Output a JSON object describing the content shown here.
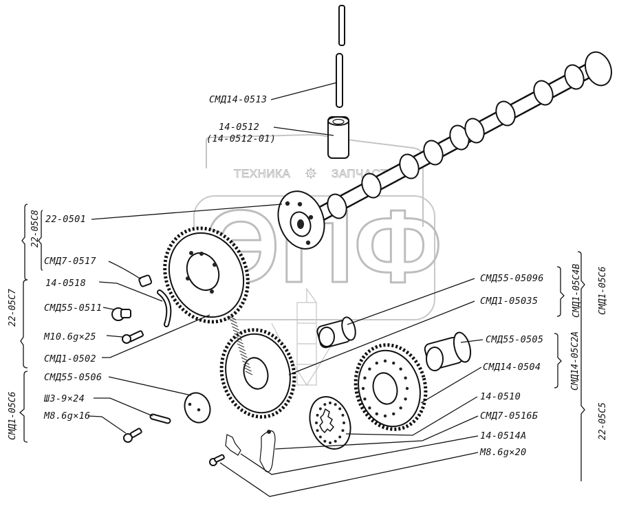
{
  "title": "Camshaft and timing gears exploded parts diagram",
  "watermark": {
    "left_text": "ТЕХНИКА",
    "right_text": "ЗАПЧАСТИ",
    "logo_letters": "ЭПФ",
    "gear_icon": "gear-icon"
  },
  "parts": [
    {
      "id": "pushrod",
      "label": "СМД14-0513"
    },
    {
      "id": "tappet",
      "label": "14-0512",
      "label_alt": "(14-0512-01)"
    },
    {
      "id": "camshaft",
      "label": "22-0501"
    },
    {
      "id": "cam-bolt",
      "label": "СМД7-0517"
    },
    {
      "id": "lock-plate",
      "label": "14-0518"
    },
    {
      "id": "bolt-0511",
      "label": "СМД55-0511"
    },
    {
      "id": "bolt-m10",
      "label": "М10.6g×25"
    },
    {
      "id": "cam-gear",
      "label": "СМД1-0502"
    },
    {
      "id": "washer-0506",
      "label": "СМД55-0506"
    },
    {
      "id": "washer-sh3",
      "label": "Ш3-9×24"
    },
    {
      "id": "bolt-m8-16",
      "label": "М8.6g×16"
    },
    {
      "id": "bushing-05096",
      "label": "СМД55-05096"
    },
    {
      "id": "idler-gear",
      "label": "СМД1-05035"
    },
    {
      "id": "bushing-0505",
      "label": "СМД55-0505"
    },
    {
      "id": "pump-gear",
      "label": "СМД14-0504"
    },
    {
      "id": "hub-0510",
      "label": "14-0510"
    },
    {
      "id": "lock-05166",
      "label": "СМД7-0516Б"
    },
    {
      "id": "lock-0514a",
      "label": "14-0514А"
    },
    {
      "id": "bolt-m8-20",
      "label": "М8.6g×20"
    }
  ],
  "assemblies": [
    {
      "id": "22-0508",
      "label": "22-05С8"
    },
    {
      "id": "22-0507",
      "label": "22-05С7"
    },
    {
      "id": "smd1-0506",
      "label": "СМД1-05С6"
    },
    {
      "id": "smd1-0504b",
      "label": "СМД1-05С4В"
    },
    {
      "id": "smd1-0506r",
      "label": "СМД1-05С6"
    },
    {
      "id": "smd14-0502a",
      "label": "СМД14-05С2А"
    },
    {
      "id": "22-0505",
      "label": "22-05С5"
    }
  ],
  "colors": {
    "ink": "#111111",
    "watermark": "#bdbdbd",
    "background": "#ffffff"
  }
}
